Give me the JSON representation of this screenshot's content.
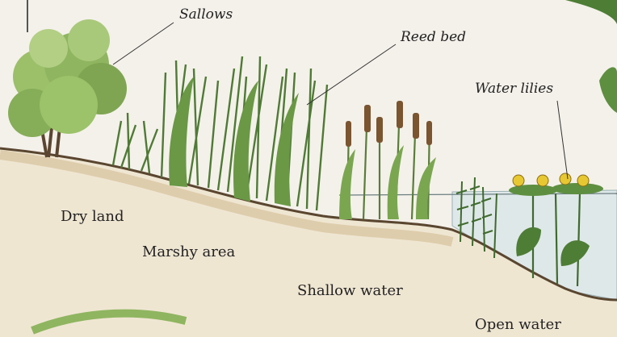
{
  "labels": {
    "sallows": "Sallows",
    "reed_bed": "Reed bed",
    "water_lilies": "Water lilies",
    "dry_land": "Dry land",
    "marshy_area": "Marshy area",
    "shallow_water": "Shallow water",
    "open_water": "Open water"
  },
  "colors": {
    "background": "#f4f1ea",
    "soil": "#d9c7a3",
    "soil_edge": "#5a4630",
    "water": "#dfe8e9",
    "foliage_light": "#8fb560",
    "foliage_dark": "#3f6b2e",
    "reed_head": "#7a5530",
    "lily_flower": "#e7c832"
  }
}
